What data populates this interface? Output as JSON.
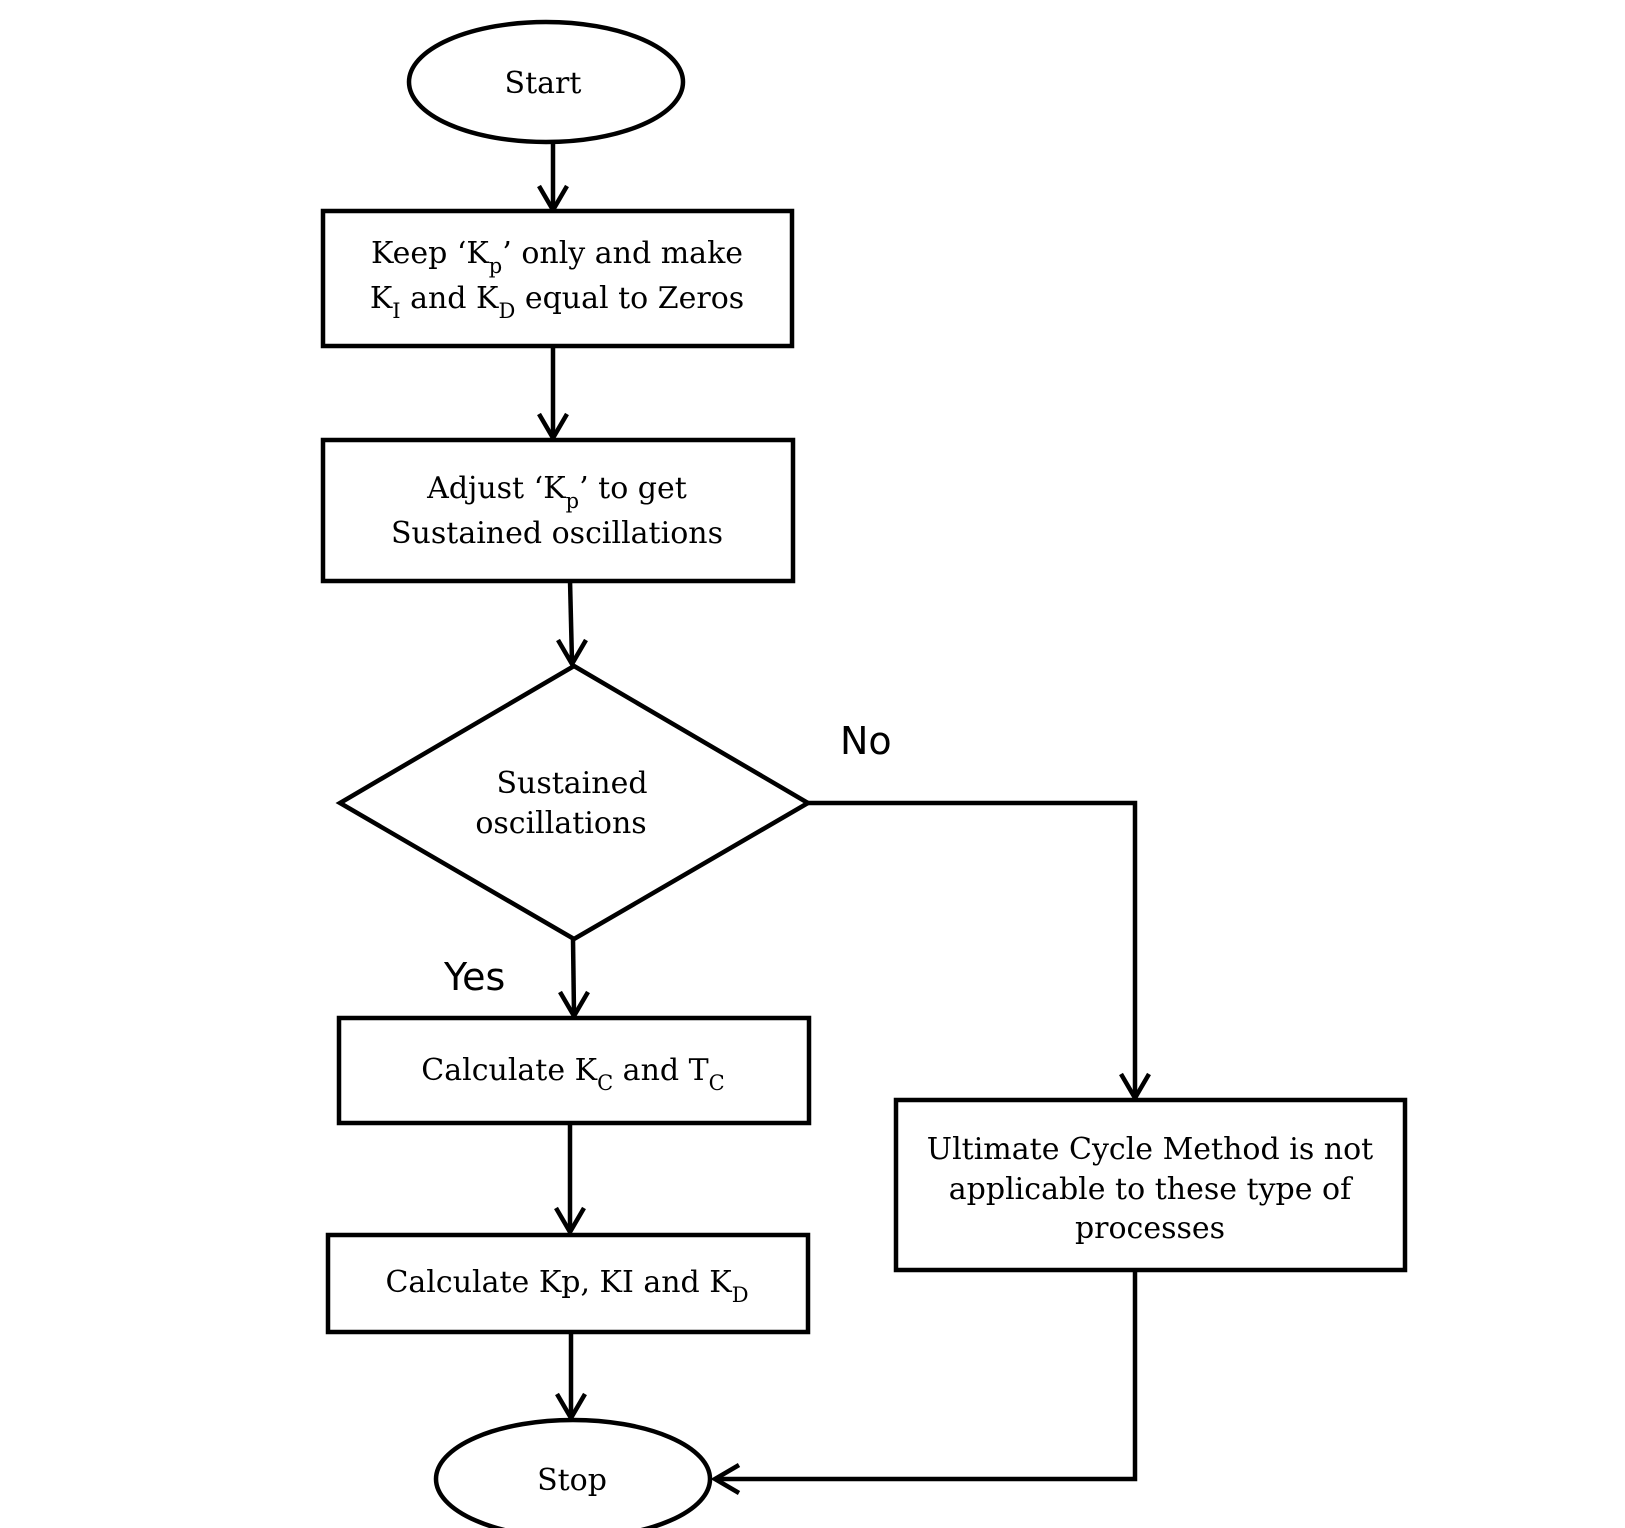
{
  "flowchart": {
    "start": {
      "label": "Start"
    },
    "keep_kp": {
      "line1": {
        "pre": "Keep ‘K",
        "sub": "p",
        "post": "’ only and make"
      },
      "line2": {
        "k1": "K",
        "sub1": "I",
        "mid": " and K",
        "sub2": "D",
        "post": " equal to Zeros"
      }
    },
    "adjust_kp": {
      "line1": {
        "pre": "Adjust ‘K",
        "sub": "p",
        "post": "’ to get"
      },
      "line2": "Sustained oscillations"
    },
    "decision": {
      "line1": "Sustained",
      "line2": "oscillations",
      "yes_label": "Yes",
      "no_label": "No"
    },
    "calc_kc_tc": {
      "pre": "Calculate K",
      "sub1": "C",
      "mid": " and T",
      "sub2": "C"
    },
    "calc_gains": {
      "pre": "Calculate Kp, KI and K",
      "sub": "D"
    },
    "not_applicable": {
      "line1": "Ultimate Cycle Method is not",
      "line2": "applicable to these type of",
      "line3": "processes"
    },
    "stop": {
      "label": "Stop"
    }
  }
}
